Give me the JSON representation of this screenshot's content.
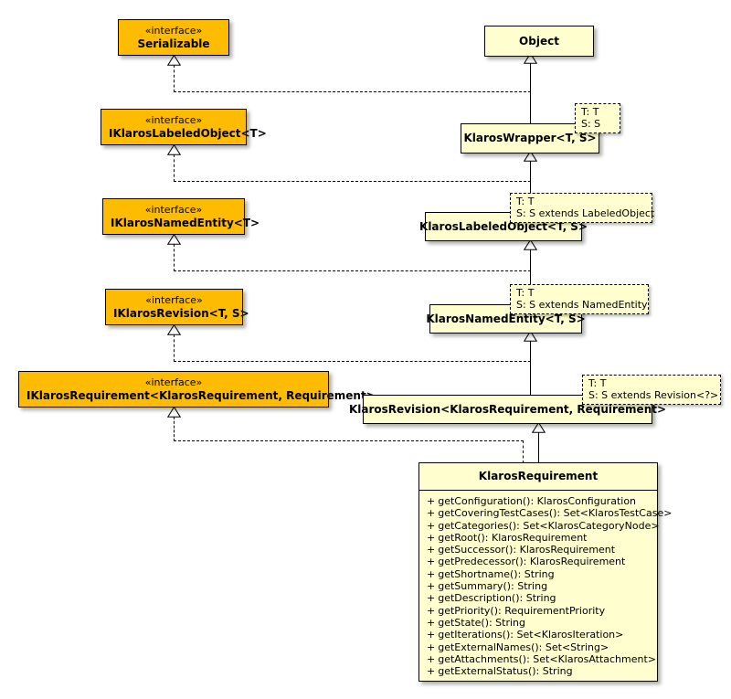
{
  "diagram": {
    "kind": "uml-class-diagram",
    "background": "#FFFFFF",
    "colors": {
      "interface_fill": "#FDBC02",
      "class_fill": "#FEFECE",
      "border": "#000000",
      "text": "#000000"
    },
    "stereotype_label": "« interface »"
  },
  "nodes": {
    "serializable": {
      "stereotype": "«interface»",
      "name": "Serializable",
      "kind": "interface"
    },
    "iklaros_labeled_object": {
      "stereotype": "«interface»",
      "name": "IKlarosLabeledObject<T>",
      "kind": "interface"
    },
    "iklaros_named_entity": {
      "stereotype": "«interface»",
      "name": "IKlarosNamedEntity<T>",
      "kind": "interface"
    },
    "iklaros_revision": {
      "stereotype": "«interface»",
      "name": "IKlarosRevision<T, S>",
      "kind": "interface"
    },
    "iklaros_requirement": {
      "stereotype": "«interface»",
      "name": "IKlarosRequirement<KlarosRequirement, Requirement>",
      "kind": "interface"
    },
    "object": {
      "name": "Object",
      "kind": "class"
    },
    "klaros_wrapper": {
      "name": "KlarosWrapper<T, S>",
      "kind": "class"
    },
    "klaros_labeled_object": {
      "name": "KlarosLabeledObject<T, S>",
      "kind": "class"
    },
    "klaros_named_entity": {
      "name": "KlarosNamedEntity<T, S>",
      "kind": "class"
    },
    "klaros_revision": {
      "name": "KlarosRevision<KlarosRequirement, Requirement>",
      "kind": "class"
    },
    "klaros_requirement": {
      "name": "KlarosRequirement",
      "kind": "class",
      "members": [
        {
          "visibility": "+",
          "signature": "getConfiguration(): KlarosConfiguration"
        },
        {
          "visibility": "+",
          "signature": "getCoveringTestCases(): Set<KlarosTestCase>"
        },
        {
          "visibility": "+",
          "signature": "getCategories(): Set<KlarosCategoryNode>"
        },
        {
          "visibility": "+",
          "signature": "getRoot(): KlarosRequirement"
        },
        {
          "visibility": "+",
          "signature": "getSuccessor(): KlarosRequirement"
        },
        {
          "visibility": "+",
          "signature": "getPredecessor(): KlarosRequirement"
        },
        {
          "visibility": "+",
          "signature": "getShortname(): String"
        },
        {
          "visibility": "+",
          "signature": "getSummary(): String"
        },
        {
          "visibility": "+",
          "signature": "getDescription(): String"
        },
        {
          "visibility": "+",
          "signature": "getPriority(): RequirementPriority"
        },
        {
          "visibility": "+",
          "signature": "getState(): String"
        },
        {
          "visibility": "+",
          "signature": "getIterations(): Set<KlarosIteration>"
        },
        {
          "visibility": "+",
          "signature": "getExternalNames(): Set<String>"
        },
        {
          "visibility": "+",
          "signature": "getAttachments(): Set<KlarosAttachment>"
        },
        {
          "visibility": "+",
          "signature": "getExternalStatus(): String"
        }
      ]
    }
  },
  "template_params": {
    "wrapper": {
      "line1": "T: T",
      "line2": "S: S"
    },
    "labeled_object": {
      "line1": "T: T",
      "line2": "S: S extends LabeledObject"
    },
    "named_entity": {
      "line1": "T: T",
      "line2": "S: S extends NamedEntity"
    },
    "revision": {
      "line1": "T: T",
      "line2": "S: S extends Revision<?>"
    }
  },
  "relationships": [
    {
      "type": "generalization",
      "from": "KlarosWrapper<T, S>",
      "to": "Object"
    },
    {
      "type": "realization",
      "from": "KlarosWrapper<T, S>",
      "to": "Serializable"
    },
    {
      "type": "generalization",
      "from": "KlarosLabeledObject<T, S>",
      "to": "KlarosWrapper<T, S>"
    },
    {
      "type": "realization",
      "from": "KlarosLabeledObject<T, S>",
      "to": "IKlarosLabeledObject<T>"
    },
    {
      "type": "generalization",
      "from": "KlarosNamedEntity<T, S>",
      "to": "KlarosLabeledObject<T, S>"
    },
    {
      "type": "realization",
      "from": "KlarosNamedEntity<T, S>",
      "to": "IKlarosNamedEntity<T>"
    },
    {
      "type": "generalization",
      "from": "KlarosRevision<KlarosRequirement, Requirement>",
      "to": "KlarosNamedEntity<T, S>"
    },
    {
      "type": "realization",
      "from": "KlarosRevision<KlarosRequirement, Requirement>",
      "to": "IKlarosRevision<T, S>"
    },
    {
      "type": "generalization",
      "from": "KlarosRequirement",
      "to": "KlarosRevision<KlarosRequirement, Requirement>"
    },
    {
      "type": "realization",
      "from": "KlarosRequirement",
      "to": "IKlarosRequirement<KlarosRequirement, Requirement>"
    }
  ]
}
